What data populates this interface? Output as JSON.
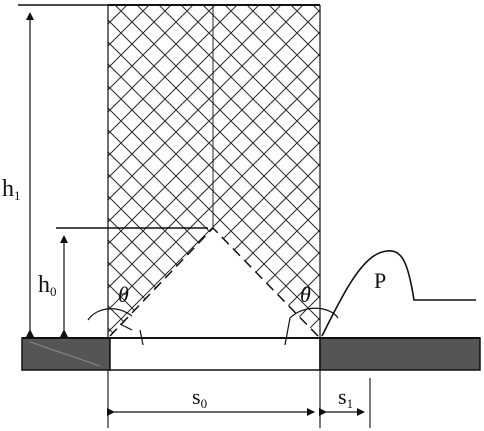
{
  "labels": {
    "h1": {
      "main": "h",
      "sub": "1"
    },
    "h0": {
      "main": "h",
      "sub": "0"
    },
    "theta_left": "θ",
    "theta_right": "θ",
    "P": "P",
    "s0": {
      "main": "s",
      "sub": "0"
    },
    "s1": {
      "main": "s",
      "sub": "1"
    }
  },
  "colors": {
    "line": "#111111",
    "hatch": "#2a2a2a",
    "ground_fill": "#555555",
    "background": "#ffffff"
  }
}
